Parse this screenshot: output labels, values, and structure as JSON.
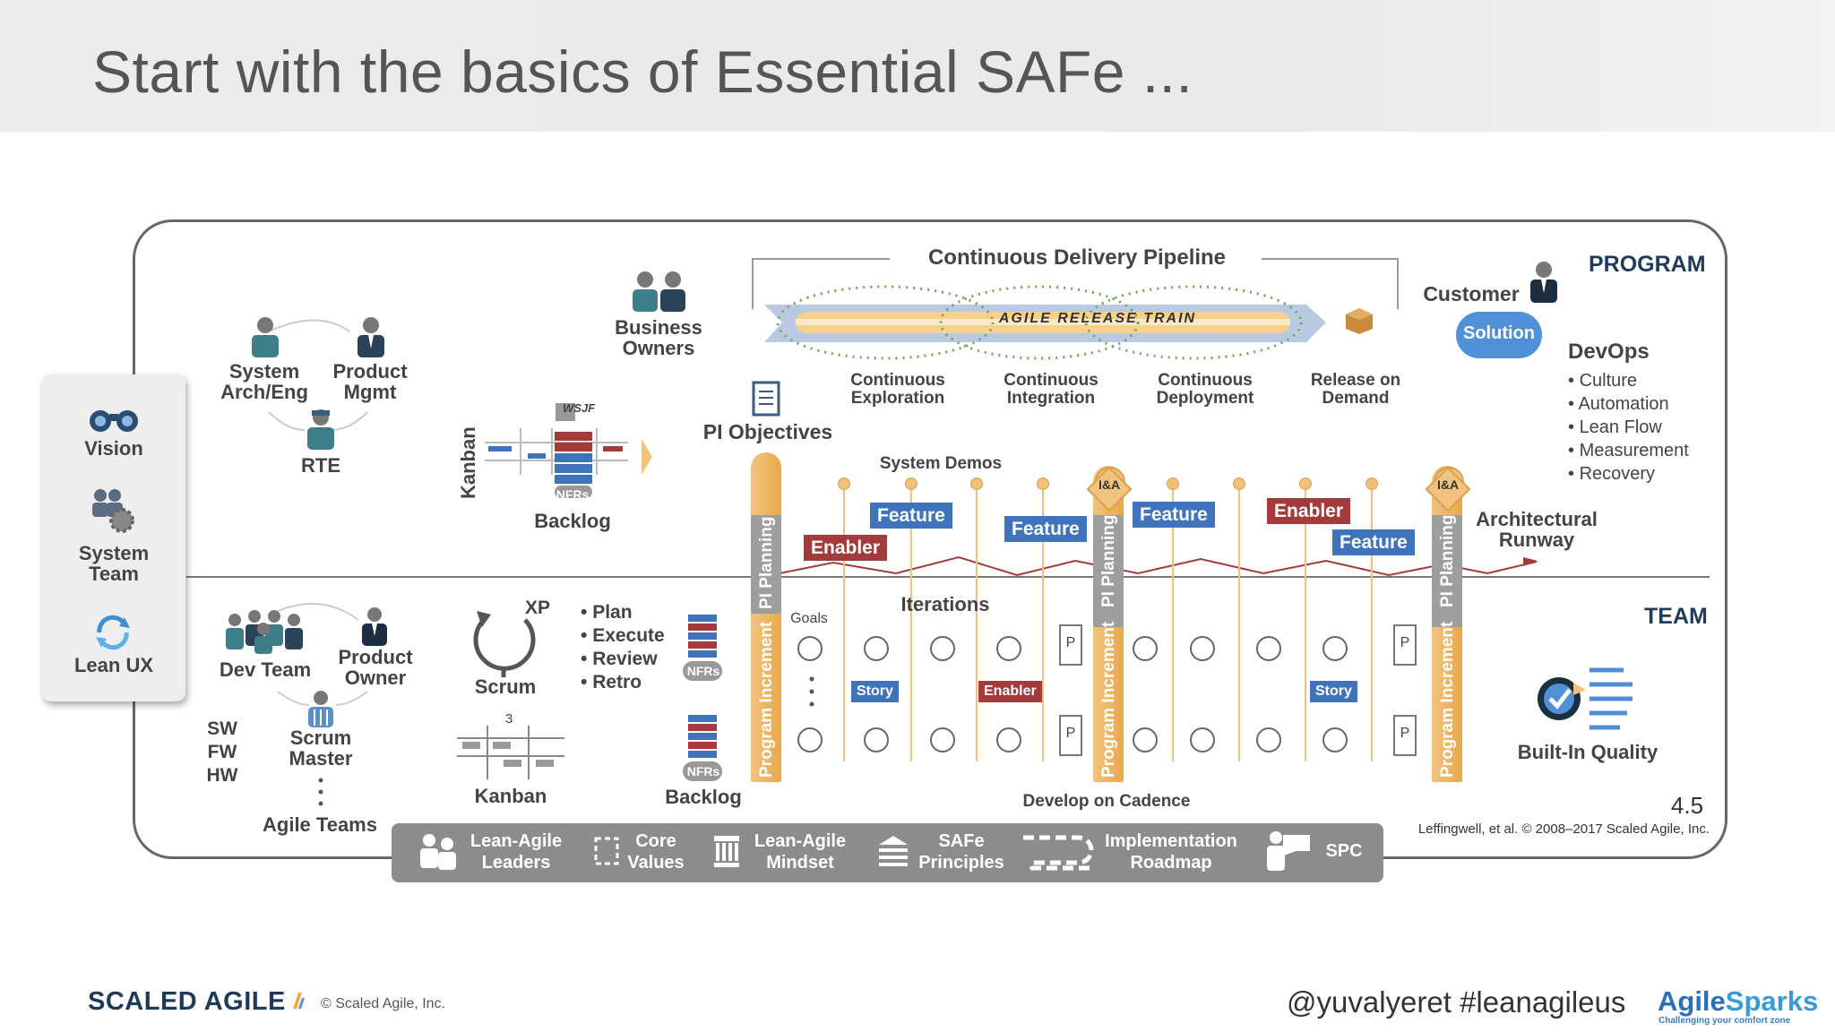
{
  "slide": {
    "title": "Start with the basics of Essential SAFe ..."
  },
  "levels": {
    "program": "PROGRAM",
    "team": "TEAM"
  },
  "left_panel": {
    "vision": "Vision",
    "system_team": "System Team",
    "lean_ux": "Lean UX"
  },
  "program_roles": {
    "system_arch": "System Arch/Eng",
    "product_mgmt": "Product Mgmt",
    "rte": "RTE",
    "business_owners": "Business Owners"
  },
  "kanban": {
    "label": "Kanban",
    "wsjf": "WSJF",
    "nfrs": "NFRs",
    "backlog": "Backlog"
  },
  "pi_objectives": "PI Objectives",
  "pipeline": {
    "title": "Continuous Delivery Pipeline",
    "art": "AGILE RELEASE TRAIN",
    "stages": [
      "Continuous Exploration",
      "Continuous Integration",
      "Continuous Deployment",
      "Release on Demand"
    ]
  },
  "customer": "Customer",
  "solution": "Solution",
  "devops": {
    "title": "DevOps",
    "items": [
      "Culture",
      "Automation",
      "Lean Flow",
      "Measurement",
      "Recovery"
    ]
  },
  "system_demos": "System Demos",
  "program_tags": {
    "feature": "Feature",
    "enabler": "Enabler"
  },
  "arch_runway": "Architectural Runway",
  "pi_planning": "PI Planning",
  "program_increment": "Program Increment",
  "ia": "I&A",
  "iterations": "Iterations",
  "goals": "Goals",
  "team_tags": {
    "story": "Story",
    "enabler": "Enabler"
  },
  "p_box": "P",
  "develop_on_cadence": "Develop on Cadence",
  "team_roles": {
    "dev_team": "Dev Team",
    "product_owner": "Product Owner",
    "scrum_master": "Scrum Master",
    "sw": "SW",
    "fw": "FW",
    "hw": "HW",
    "agile_teams": "Agile Teams"
  },
  "xp": "XP",
  "scrum": "Scrum",
  "team_kanban": "Kanban",
  "kanban_count": "3",
  "ceremonies": [
    "Plan",
    "Execute",
    "Review",
    "Retro"
  ],
  "team_backlog": "Backlog",
  "built_in_quality": "Built-In Quality",
  "version": "4.5",
  "copyright": "Leffingwell, et al. © 2008–2017 Scaled Agile, Inc.",
  "foundation": [
    {
      "label": "Lean-Agile Leaders",
      "icon": "leaders-icon"
    },
    {
      "label": "Core Values",
      "icon": "core-values-icon"
    },
    {
      "label": "Lean-Agile Mindset",
      "icon": "mindset-icon"
    },
    {
      "label": "SAFe Principles",
      "icon": "principles-icon"
    },
    {
      "label": "Implementation Roadmap",
      "icon": "roadmap-icon"
    },
    {
      "label": "SPC",
      "icon": "spc-icon"
    }
  ],
  "footer": {
    "logo": "SCALED AGILE",
    "copy": "© Scaled Agile, Inc.",
    "handle": "@yuvalyeret #leanagileus",
    "brand_a": "Agile",
    "brand_b": "Sparks",
    "tagline": "Challenging your comfort zone"
  },
  "colors": {
    "feature": "#3f74bd",
    "enabler": "#a53a3a",
    "pi": "#f0b862",
    "level": "#1f3a5a",
    "solution": "#4f90d6"
  }
}
